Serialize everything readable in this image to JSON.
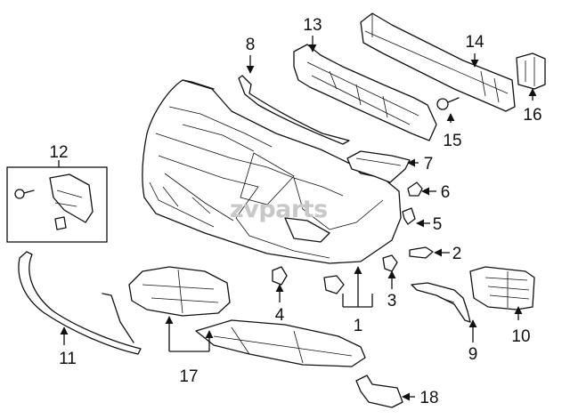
{
  "watermark": "zvparts",
  "callouts": {
    "c1": "1",
    "c2": "2",
    "c3": "3",
    "c4": "4",
    "c5": "5",
    "c6": "6",
    "c7": "7",
    "c8": "8",
    "c9": "9",
    "c10": "10",
    "c11": "11",
    "c12": "12",
    "c13": "13",
    "c14": "14",
    "c15": "15",
    "c16": "16",
    "c17": "17",
    "c18": "18"
  }
}
